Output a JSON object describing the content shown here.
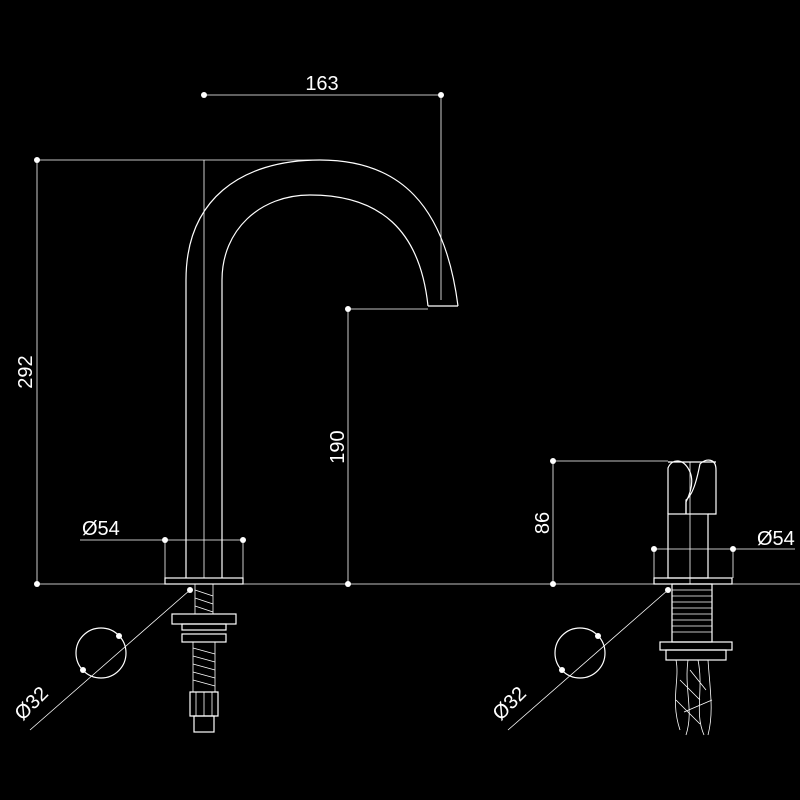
{
  "diagram": {
    "colors": {
      "background": "#000000",
      "line": "#ffffff"
    },
    "dimensions": {
      "spout_reach": "163",
      "total_height": "292",
      "spout_clearance": "190",
      "base_diameter_left": "Ø54",
      "hole_diameter_left": "Ø32",
      "handle_height": "86",
      "base_diameter_right": "Ø54",
      "hole_diameter_right": "Ø32"
    }
  }
}
